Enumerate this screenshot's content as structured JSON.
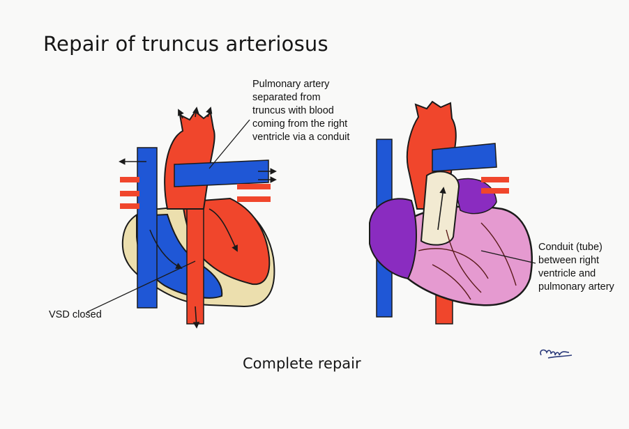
{
  "title": "Repair of truncus arteriosus",
  "subtitle": "Complete repair",
  "labels": {
    "pulmonary_artery": "Pulmonary artery\nseparated from\ntruncus with blood\ncoming from the right\nventricle via a conduit",
    "conduit": "Conduit (tube)\nbetween right\nventricle and\npulmonary artery",
    "vsd": "VSD closed"
  },
  "signature": "Cooper",
  "colors": {
    "blue": "#1f57d6",
    "red": "#f0462c",
    "tan": "#ecdfae",
    "purple": "#8a2cc0",
    "pink": "#e59ad0",
    "conduit": "#f2ead2",
    "outline": "#1a1a1a"
  }
}
